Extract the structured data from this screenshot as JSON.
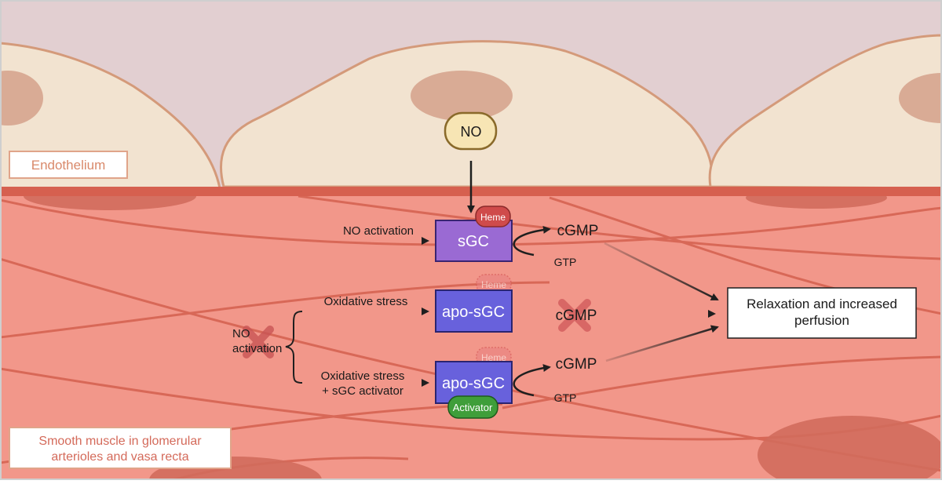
{
  "regions": {
    "endothelium_label": "Endothelium",
    "smooth_muscle_label_line1": "Smooth muscle in glomerular",
    "smooth_muscle_label_line2": "arterioles and vasa recta"
  },
  "molecules": {
    "no": "NO",
    "sgc": "sGC",
    "apo_sgc": "apo-sGC",
    "heme": "Heme",
    "activator": "Activator",
    "cgmp": "cGMP",
    "gtp": "GTP"
  },
  "pathways": {
    "no_activation": "NO activation",
    "oxidative_stress": "Oxidative stress",
    "oxidative_stress_activator_line1": "Oxidative stress",
    "oxidative_stress_activator_line2": "+ sGC activator",
    "no_activation_blocked_line1": "NO",
    "no_activation_blocked_line2": "activation"
  },
  "outcome": {
    "line1": "Relaxation and increased",
    "line2": "perfusion"
  },
  "colors": {
    "lumen": "#e2cfd1",
    "endothelial_cell": "#f2e3d0",
    "endothelial_border": "#d49a7a",
    "nucleus": "#d9ab95",
    "muscle": "#f2978a",
    "muscle_line": "#d4604f",
    "basement_membrane": "#d6604f",
    "sgc_purple": "#9a6ad3",
    "apo_sgc_blue": "#6861dc",
    "heme_red": "#cf4b4b",
    "activator_green": "#3f9e3a",
    "blocked_x": "#d45f5f",
    "label_text": "#d46a5a"
  }
}
